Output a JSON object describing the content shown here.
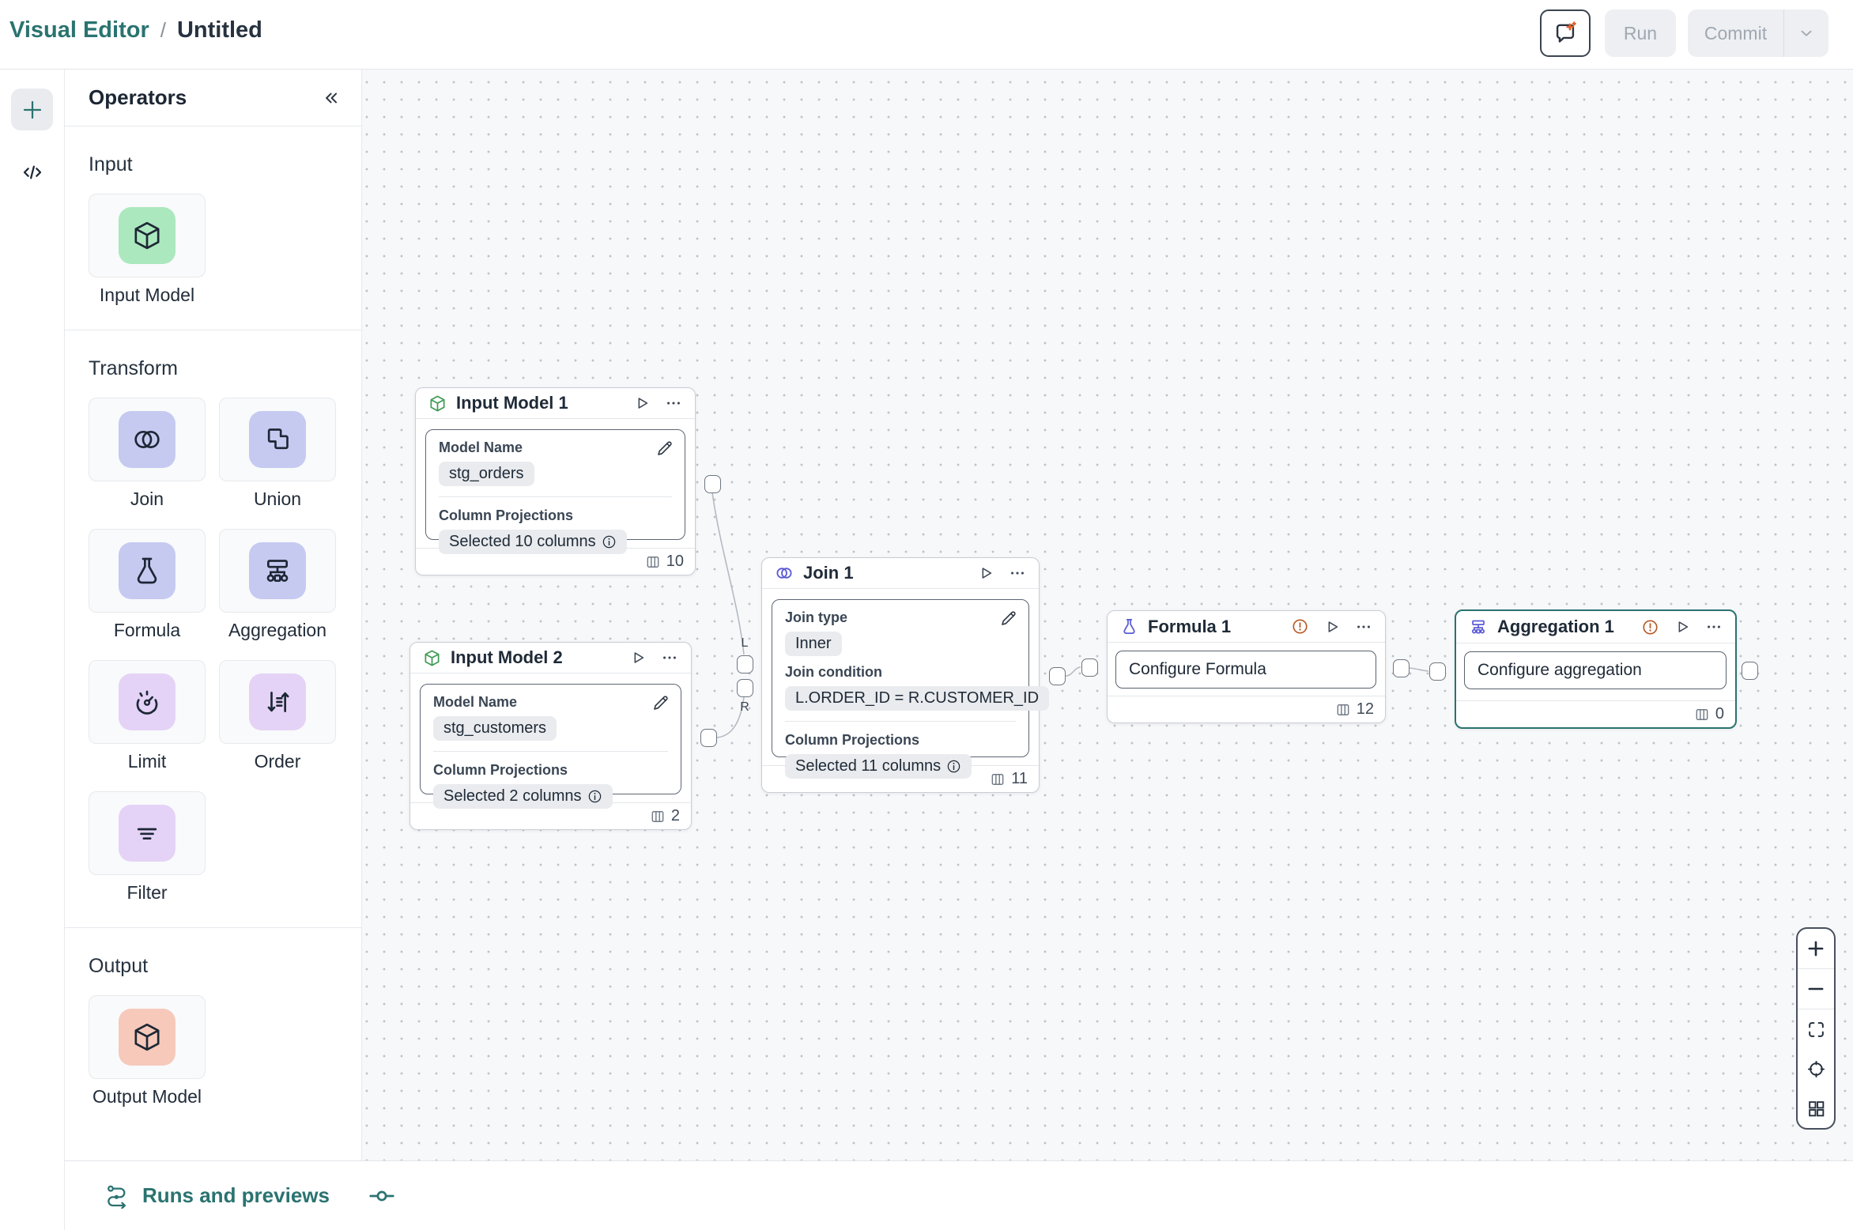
{
  "header": {
    "breadcrumb": {
      "app": "Visual Editor",
      "separator": "/",
      "doc_title": "Untitled"
    },
    "run_label": "Run",
    "commit_label": "Commit"
  },
  "sidebar": {
    "title": "Operators",
    "sections": {
      "input": {
        "label": "Input",
        "items": [
          {
            "label": "Input Model",
            "icon": "cube-icon"
          }
        ]
      },
      "transform": {
        "label": "Transform",
        "items": [
          {
            "label": "Join",
            "icon": "join-circles-icon"
          },
          {
            "label": "Union",
            "icon": "union-squares-icon"
          },
          {
            "label": "Formula",
            "icon": "flask-icon"
          },
          {
            "label": "Aggregation",
            "icon": "tree-icon"
          },
          {
            "label": "Limit",
            "icon": "gauge-icon"
          },
          {
            "label": "Order",
            "icon": "sort-arrows-icon"
          },
          {
            "label": "Filter",
            "icon": "filter-lines-icon"
          }
        ]
      },
      "output": {
        "label": "Output",
        "items": [
          {
            "label": "Output Model",
            "icon": "cube-icon"
          }
        ]
      }
    }
  },
  "canvas": {
    "nodes": {
      "input1": {
        "title": "Input Model 1",
        "model_name_label": "Model Name",
        "model_name": "stg_orders",
        "projections_label": "Column Projections",
        "projections": "Selected 10 columns",
        "count": "10"
      },
      "input2": {
        "title": "Input Model 2",
        "model_name_label": "Model Name",
        "model_name": "stg_customers",
        "projections_label": "Column Projections",
        "projections": "Selected 2 columns",
        "count": "2"
      },
      "join1": {
        "title": "Join 1",
        "join_type_label": "Join type",
        "join_type": "Inner",
        "condition_label": "Join condition",
        "condition": "L.ORDER_ID = R.CUSTOMER_ID",
        "projections_label": "Column Projections",
        "projections": "Selected 11 columns",
        "count": "11",
        "left_port_label": "L",
        "right_port_label": "R"
      },
      "formula1": {
        "title": "Formula 1",
        "button_label": "Configure Formula",
        "count": "12"
      },
      "agg1": {
        "title": "Aggregation 1",
        "button_label": "Configure aggregation",
        "count": "0"
      }
    }
  },
  "bottom_bar": {
    "runs_label": "Runs and previews"
  },
  "colors": {
    "brand_teal": "#2A7370",
    "warning_orange": "#B65823",
    "node_icon_green": "#3E9B54",
    "node_icon_indigo": "#5A5AD8",
    "input_icon_bg": "#ABE8BE",
    "transform_icon_bg": "#C6CAF1",
    "transform_icon_bg_alt": "#E4D3F6",
    "output_icon_bg": "#F6C9BB"
  }
}
